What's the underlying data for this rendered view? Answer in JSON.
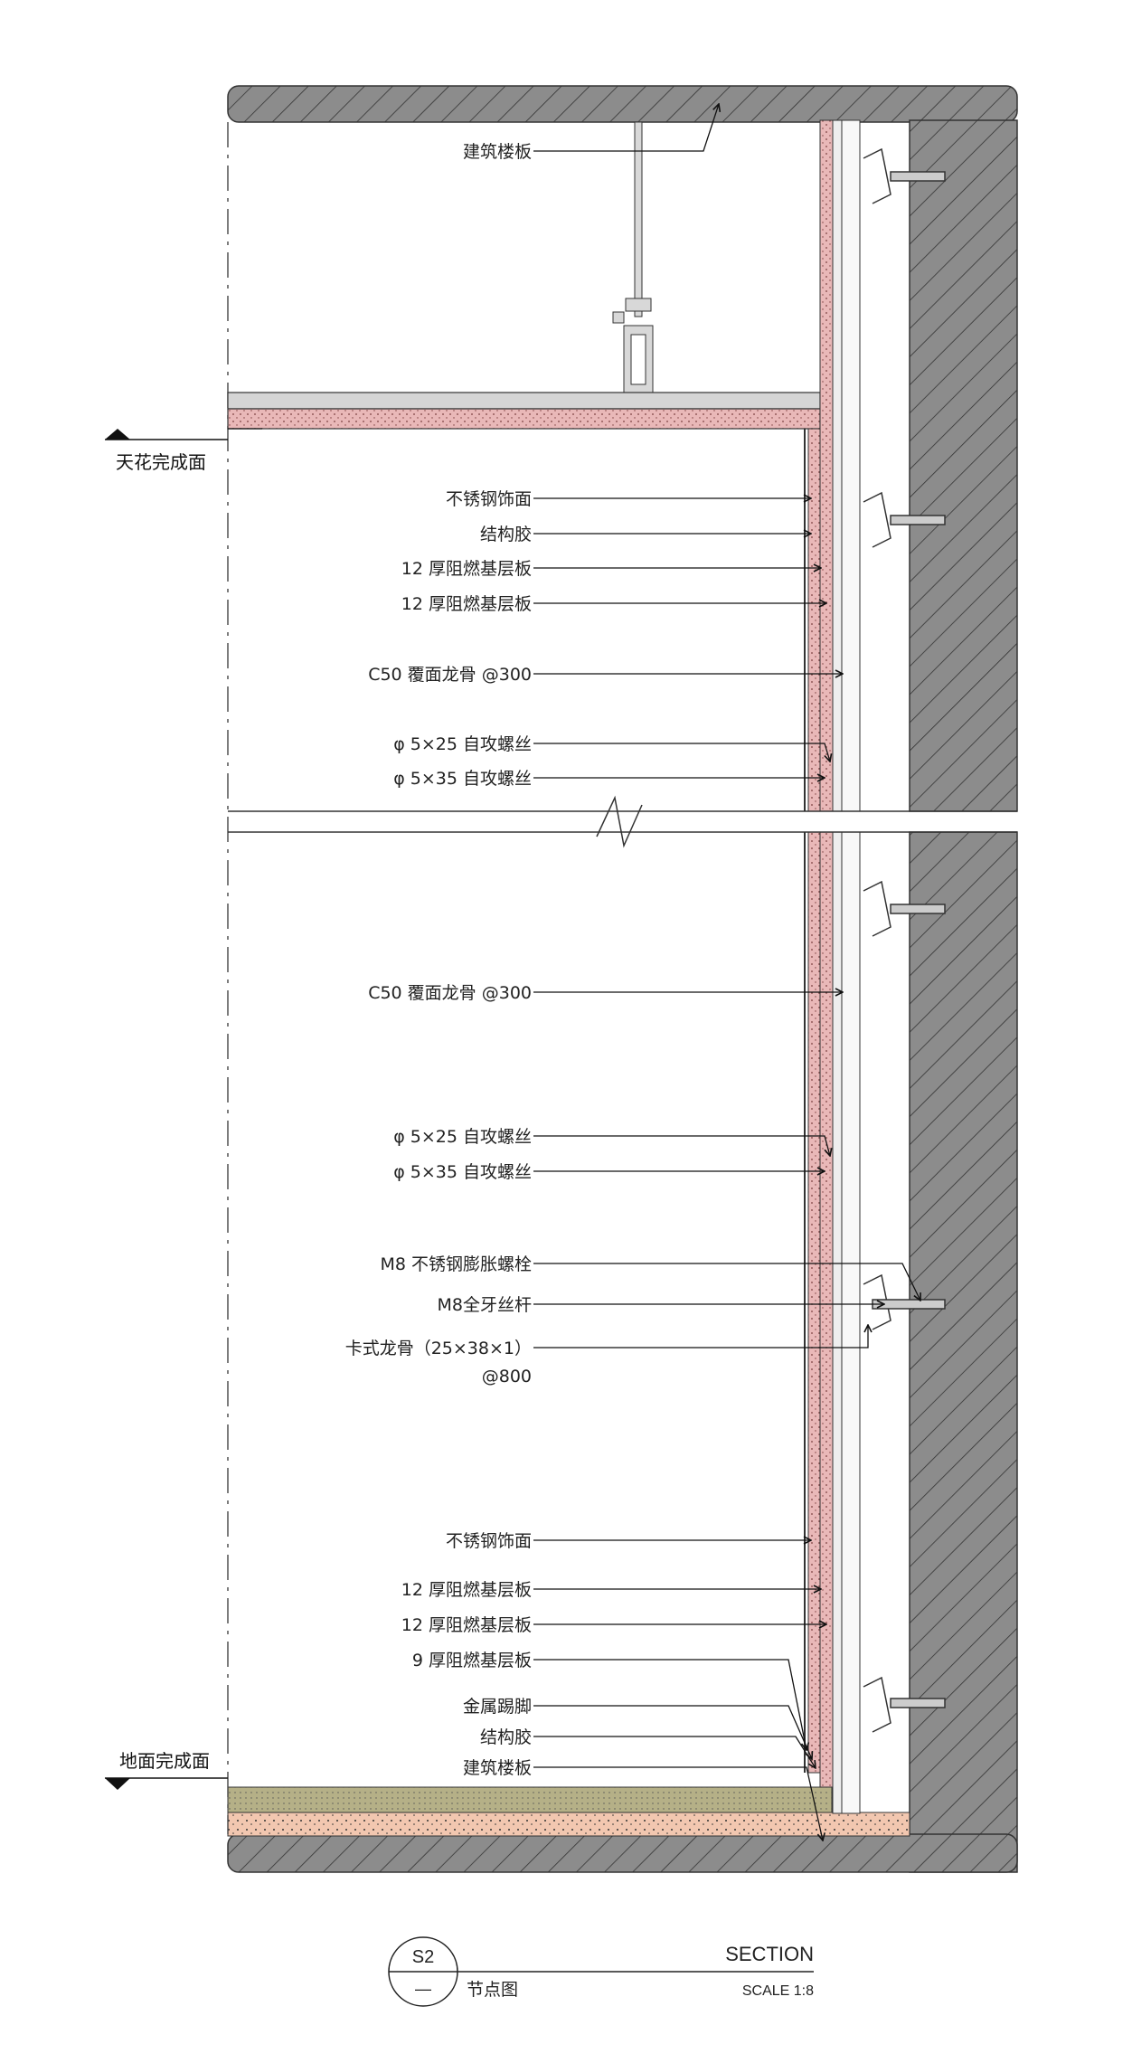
{
  "levels": {
    "ceiling": "天花完成面",
    "floor": "地面完成面"
  },
  "labels_upper": [
    "建筑楼板",
    "不锈钢饰面",
    "结构胶",
    "12 厚阻燃基层板",
    "12 厚阻燃基层板",
    "C50 覆面龙骨 @300",
    "φ 5×25 自攻螺丝",
    "φ 5×35 自攻螺丝"
  ],
  "labels_lower": [
    "C50 覆面龙骨 @300",
    "φ 5×25 自攻螺丝",
    "φ 5×35 自攻螺丝",
    "M8 不锈钢膨胀螺栓",
    "M8全牙丝杆",
    "卡式龙骨（25×38×1）",
    "@800",
    "不锈钢饰面",
    "12 厚阻燃基层板",
    "12 厚阻燃基层板",
    "9 厚阻燃基层板",
    "金属踢脚",
    "结构胶",
    "建筑楼板"
  ],
  "title_block": {
    "symbol_top": "S2",
    "symbol_bottom": "—",
    "title": "SECTION",
    "subtitle": "节点图",
    "scale": "SCALE 1:8"
  },
  "colors": {
    "concrete": "#8c8c8c",
    "board": "#e9b8b8",
    "floor_green": "#b5b087",
    "floor_pink": "#f2c7b0"
  }
}
